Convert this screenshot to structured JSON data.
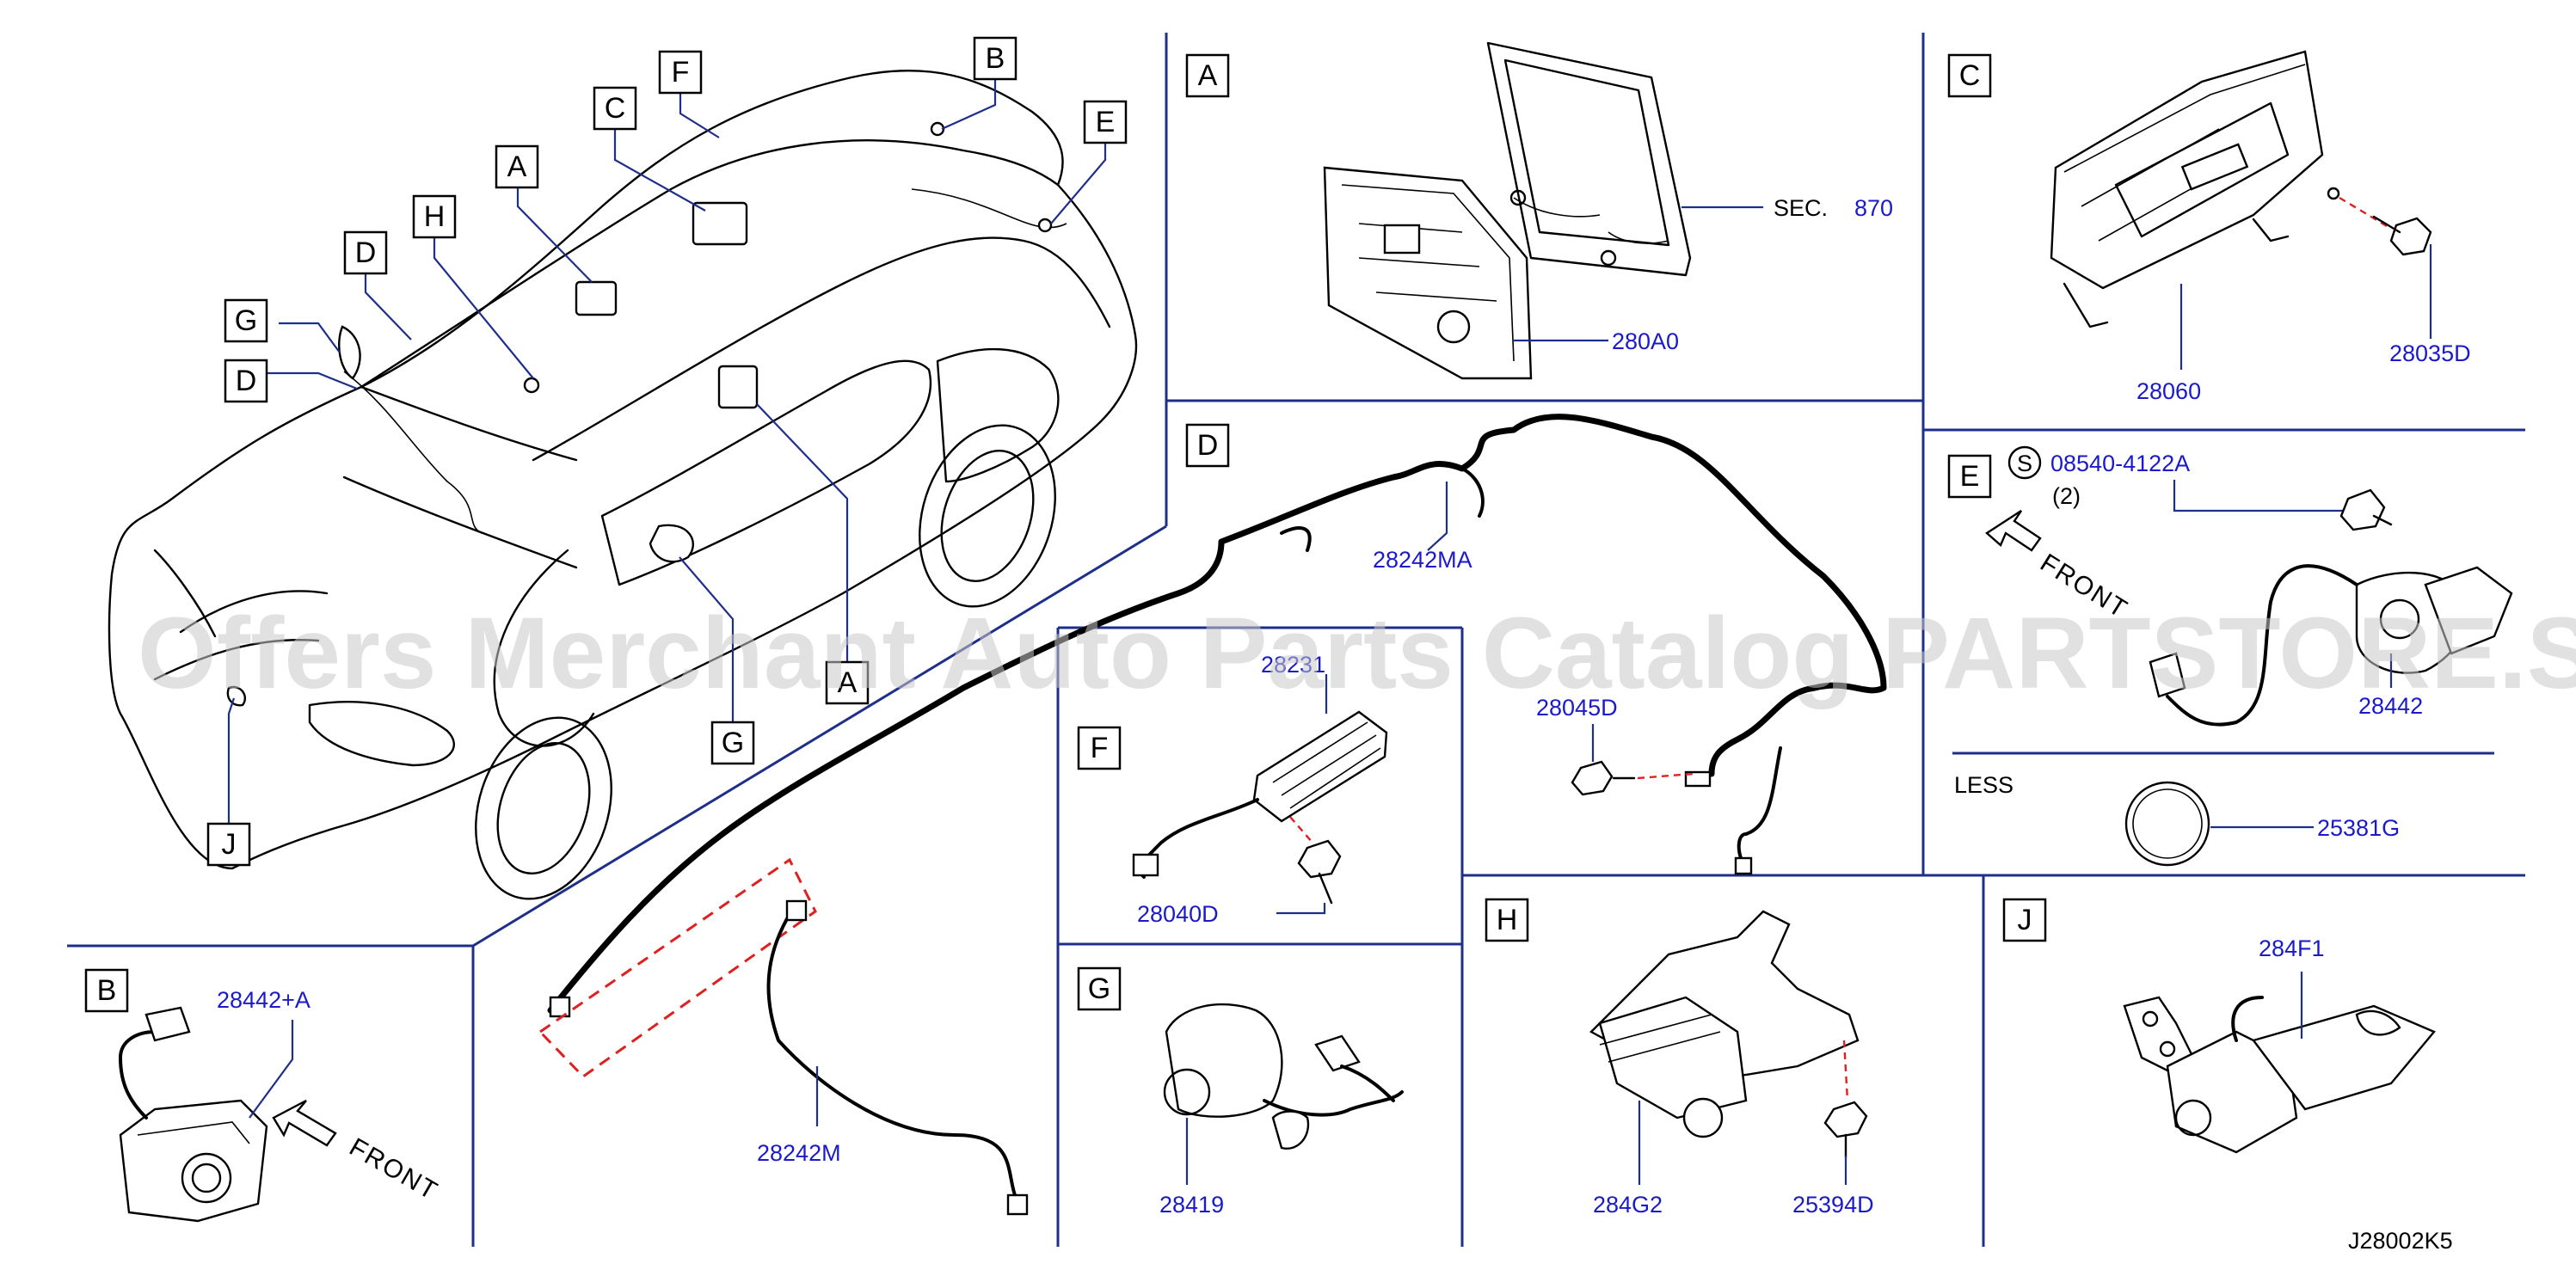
{
  "watermark": "Offers Merchant Auto Parts Catalog PARTSTORE.SA",
  "diagram_code": "J28002K5",
  "front_label": "FRONT",
  "overview_callouts": [
    "A",
    "B",
    "C",
    "D",
    "E",
    "F",
    "G",
    "H",
    "J"
  ],
  "sections": {
    "A": {
      "letter": "A",
      "sec_prefix": "SEC.",
      "sec_number": "870",
      "part": "280A0"
    },
    "B": {
      "letter": "B",
      "part": "28442+A",
      "front": "FRONT"
    },
    "C": {
      "letter": "C",
      "parts": [
        "28060",
        "28035D"
      ]
    },
    "D": {
      "letter": "D",
      "parts": [
        "28242MA",
        "28045D",
        "28242M"
      ]
    },
    "E": {
      "letter": "E",
      "s_mark": "S",
      "bolt_part": "08540-4122A",
      "bolt_qty": "(2)",
      "front": "FRONT",
      "part": "28442",
      "less_label": "LESS",
      "cap_part": "25381G"
    },
    "F": {
      "letter": "F",
      "parts": [
        "28231",
        "28040D"
      ]
    },
    "G": {
      "letter": "G",
      "part": "28419"
    },
    "H": {
      "letter": "H",
      "parts": [
        "284G2",
        "25394D"
      ]
    },
    "J": {
      "letter": "J",
      "part": "284F1"
    }
  }
}
